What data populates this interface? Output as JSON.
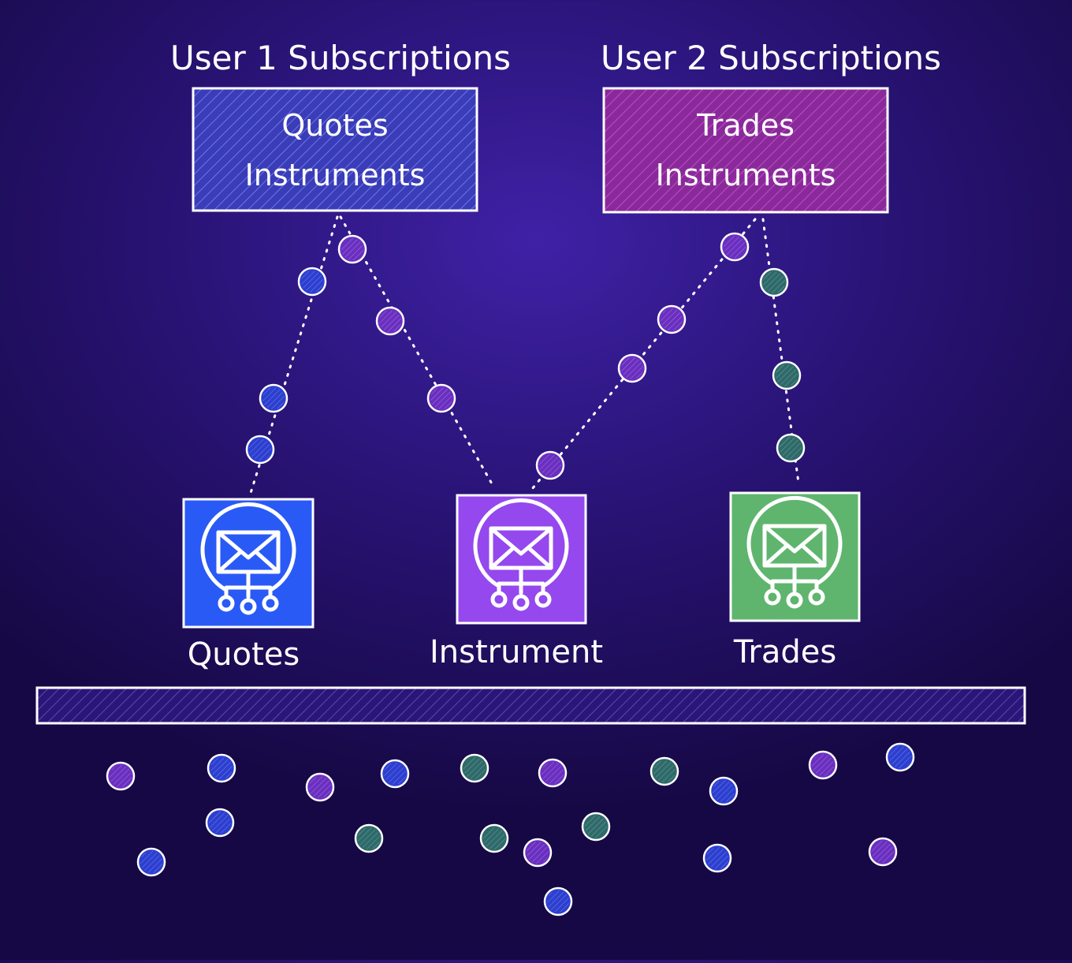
{
  "headings": {
    "user1": "User 1 Subscriptions",
    "user2": "User 2 Subscriptions"
  },
  "subscription_boxes": {
    "user1": {
      "line1": "Quotes",
      "line2": "Instruments",
      "color": "#3a3cb8"
    },
    "user2": {
      "line1": "Trades",
      "line2": "Instruments",
      "color": "#8a2a9a"
    }
  },
  "topics": [
    {
      "id": "quotes",
      "label": "Quotes",
      "color": "#2a5af5",
      "icon": "email-topic-icon"
    },
    {
      "id": "instrument",
      "label": "Instrument",
      "color": "#9448ee",
      "icon": "email-topic-icon"
    },
    {
      "id": "trades",
      "label": "Trades",
      "color": "#5fb56e",
      "icon": "email-topic-icon"
    }
  ],
  "message_colors": {
    "quote": "#2c3fd0",
    "instrument": "#6a2fc0",
    "trade": "#2e6a6a"
  },
  "bus": {
    "fill": "#2a1678"
  }
}
